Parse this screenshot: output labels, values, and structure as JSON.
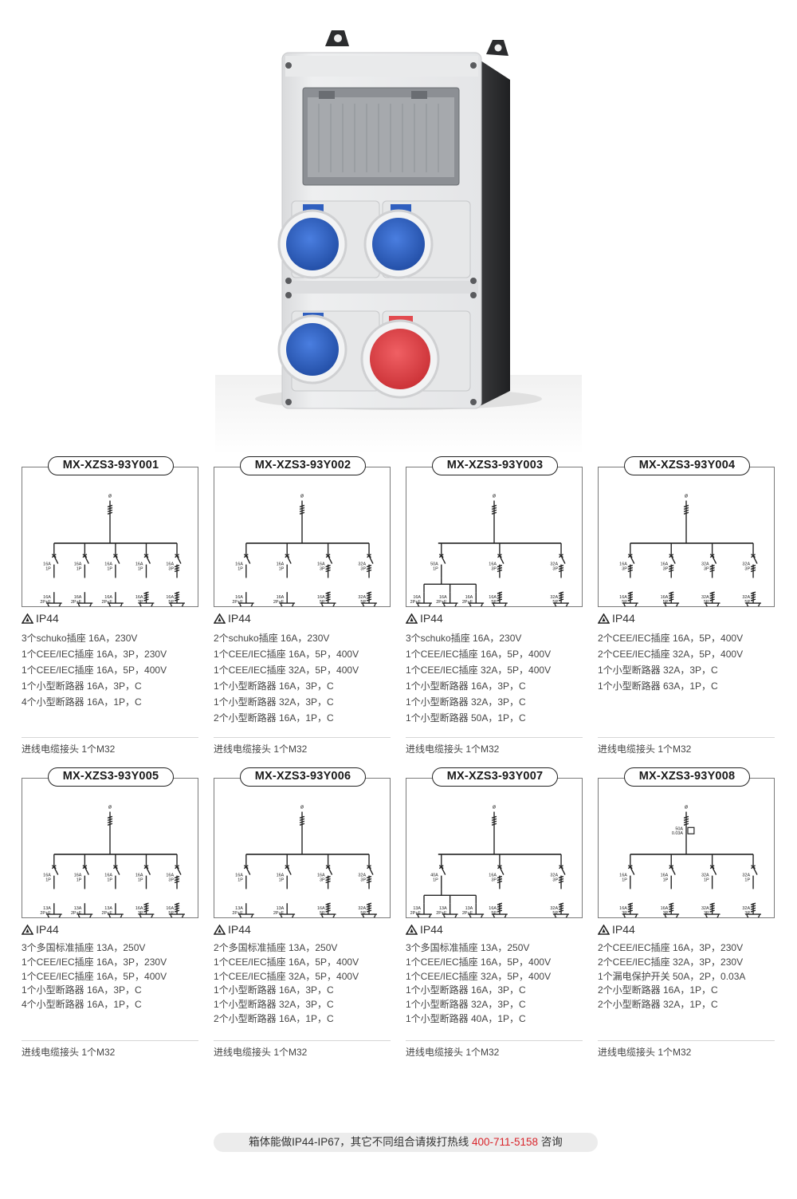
{
  "cards": [
    {
      "title": "MX-XZS3-93Y001",
      "ip": "IP44",
      "specs": [
        "3个schuko插座 16A，230V",
        "1个CEE/IEC插座 16A，3P，230V",
        "1个CEE/IEC插座 16A，5P，400V",
        "1个小型断路器 16A，3P，C",
        "4个小型断路器 16A，1P，C"
      ],
      "cable": "进线电缆接头 1个M32"
    },
    {
      "title": "MX-XZS3-93Y002",
      "ip": "IP44",
      "specs": [
        "2个schuko插座 16A，230V",
        "1个CEE/IEC插座 16A，5P，400V",
        "1个CEE/IEC插座 32A，5P，400V",
        "1个小型断路器 16A，3P，C",
        "1个小型断路器 32A，3P，C",
        "2个小型断路器 16A，1P，C"
      ],
      "cable": "进线电缆接头 1个M32"
    },
    {
      "title": "MX-XZS3-93Y003",
      "ip": "IP44",
      "specs": [
        "3个schuko插座 16A，230V",
        "1个CEE/IEC插座 16A，5P，400V",
        "1个CEE/IEC插座 32A，5P，400V",
        "1个小型断路器 16A，3P，C",
        "1个小型断路器 32A，3P，C",
        "1个小型断路器 50A，1P，C"
      ],
      "cable": "进线电缆接头 1个M32"
    },
    {
      "title": "MX-XZS3-93Y004",
      "ip": "IP44",
      "specs": [
        "2个CEE/IEC插座 16A，5P，400V",
        "2个CEE/IEC插座 32A，5P，400V",
        "1个小型断路器 32A，3P，C",
        "1个小型断路器 63A，1P，C"
      ],
      "cable": "进线电缆接头 1个M32"
    },
    {
      "title": "MX-XZS3-93Y005",
      "ip": "IP44",
      "specs": [
        "3个多国标准插座 13A，250V",
        "1个CEE/IEC插座 16A，3P，230V",
        "1个CEE/IEC插座 16A，5P，400V",
        "1个小型断路器 16A，3P，C",
        "4个小型断路器 16A，1P，C"
      ],
      "cable": "进线电缆接头 1个M32"
    },
    {
      "title": "MX-XZS3-93Y006",
      "ip": "IP44",
      "specs": [
        "2个多国标准插座 13A，250V",
        "1个CEE/IEC插座 16A，5P，400V",
        "1个CEE/IEC插座 32A，5P，400V",
        "1个小型断路器 16A，3P，C",
        "1个小型断路器 32A，3P，C",
        "2个小型断路器 16A，1P，C"
      ],
      "cable": "进线电缆接头 1个M32"
    },
    {
      "title": "MX-XZS3-93Y007",
      "ip": "IP44",
      "specs": [
        "3个多国标准插座 13A，250V",
        "1个CEE/IEC插座 16A，5P，400V",
        "1个CEE/IEC插座 32A，5P，400V",
        "1个小型断路器 16A，3P，C",
        "1个小型断路器 32A，3P，C",
        "1个小型断路器 40A，1P，C"
      ],
      "cable": "进线电缆接头 1个M32"
    },
    {
      "title": "MX-XZS3-93Y008",
      "ip": "IP44",
      "specs": [
        "2个CEE/IEC插座 16A，3P，230V",
        "2个CEE/IEC插座 32A，3P，230V",
        "1个漏电保护开关 50A，2P，0.03A",
        "2个小型断路器 16A，1P，C",
        "2个小型断路器 32A，1P，C"
      ],
      "cable": "进线电缆接头 1个M32"
    }
  ],
  "schematics": [
    {
      "type": "flat",
      "branches": [
        [
          "16A",
          "1P",
          "16A",
          "2P+E",
          "schuko"
        ],
        [
          "16A",
          "1P",
          "16A",
          "2P+E",
          "schuko"
        ],
        [
          "16A",
          "1P",
          "16A",
          "2P+E",
          "schuko"
        ],
        [
          "16A",
          "1P",
          "16A",
          "3P",
          "cee"
        ],
        [
          "16A",
          "3P",
          "16A",
          "5P",
          "cee"
        ]
      ]
    },
    {
      "type": "flat",
      "branches": [
        [
          "16A",
          "1P",
          "16A",
          "2P+E",
          "schuko"
        ],
        [
          "16A",
          "1P",
          "16A",
          "2P+E",
          "schuko"
        ],
        [
          "16A",
          "3P",
          "16A",
          "5P",
          "cee"
        ],
        [
          "32A",
          "3P",
          "32A",
          "5P",
          "cee"
        ]
      ]
    },
    {
      "type": "sub",
      "sub": [
        "50A",
        "1P"
      ],
      "subOutlets": [
        [
          "16A",
          "2P+E"
        ],
        [
          "16A",
          "2P+E"
        ],
        [
          "16A",
          "2P+E"
        ]
      ],
      "branches": [
        [
          "16A",
          "3P",
          "16A",
          "5P",
          "cee"
        ],
        [
          "32A",
          "3P",
          "32A",
          "5P",
          "cee"
        ]
      ]
    },
    {
      "type": "flat",
      "branches": [
        [
          "16A",
          "3P",
          "16A",
          "5P",
          "cee"
        ],
        [
          "16A",
          "3P",
          "16A",
          "5P",
          "cee"
        ],
        [
          "32A",
          "3P",
          "32A",
          "5P",
          "cee"
        ],
        [
          "32A",
          "3P",
          "32A",
          "5P",
          "cee"
        ]
      ]
    },
    {
      "type": "flat",
      "branches": [
        [
          "16A",
          "1P",
          "13A",
          "2P+E",
          "schuko"
        ],
        [
          "16A",
          "1P",
          "13A",
          "2P+E",
          "schuko"
        ],
        [
          "16A",
          "1P",
          "13A",
          "2P+E",
          "schuko"
        ],
        [
          "16A",
          "1P",
          "16A",
          "3P",
          "cee"
        ],
        [
          "16A",
          "3P",
          "16A",
          "5P",
          "cee"
        ]
      ]
    },
    {
      "type": "flat",
      "branches": [
        [
          "16A",
          "1P",
          "13A",
          "2P+E",
          "schuko"
        ],
        [
          "16A",
          "1P",
          "13A",
          "2P+E",
          "schuko"
        ],
        [
          "16A",
          "3P",
          "16A",
          "5P",
          "cee"
        ],
        [
          "32A",
          "3P",
          "32A",
          "5P",
          "cee"
        ]
      ]
    },
    {
      "type": "sub",
      "sub": [
        "40A",
        "1P"
      ],
      "subOutlets": [
        [
          "13A",
          "2P+E"
        ],
        [
          "13A",
          "2P+E"
        ],
        [
          "13A",
          "2P+E"
        ]
      ],
      "branches": [
        [
          "16A",
          "3P",
          "16A",
          "5P",
          "cee"
        ],
        [
          "32A",
          "3P",
          "32A",
          "5P",
          "cee"
        ]
      ]
    },
    {
      "type": "rcd",
      "rcd": [
        "50A",
        "0.03A"
      ],
      "branches": [
        [
          "16A",
          "1P",
          "16A",
          "3P",
          "cee"
        ],
        [
          "16A",
          "1P",
          "16A",
          "3P",
          "cee"
        ],
        [
          "32A",
          "1P",
          "32A",
          "3P",
          "cee"
        ],
        [
          "32A",
          "1P",
          "32A",
          "3P",
          "cee"
        ]
      ]
    }
  ],
  "footer": {
    "text": "箱体能做IP44-IP67，其它不同组合请拨打热线 ",
    "phone": "400-711-5158",
    "suffix": " 咨询"
  },
  "colors": {
    "blue_socket": "#2f5fbf",
    "red_socket": "#e24a4f",
    "hotline": "#d9252b",
    "frame": "#7a7a7a"
  },
  "image_alt": "product-enclosure-photo"
}
